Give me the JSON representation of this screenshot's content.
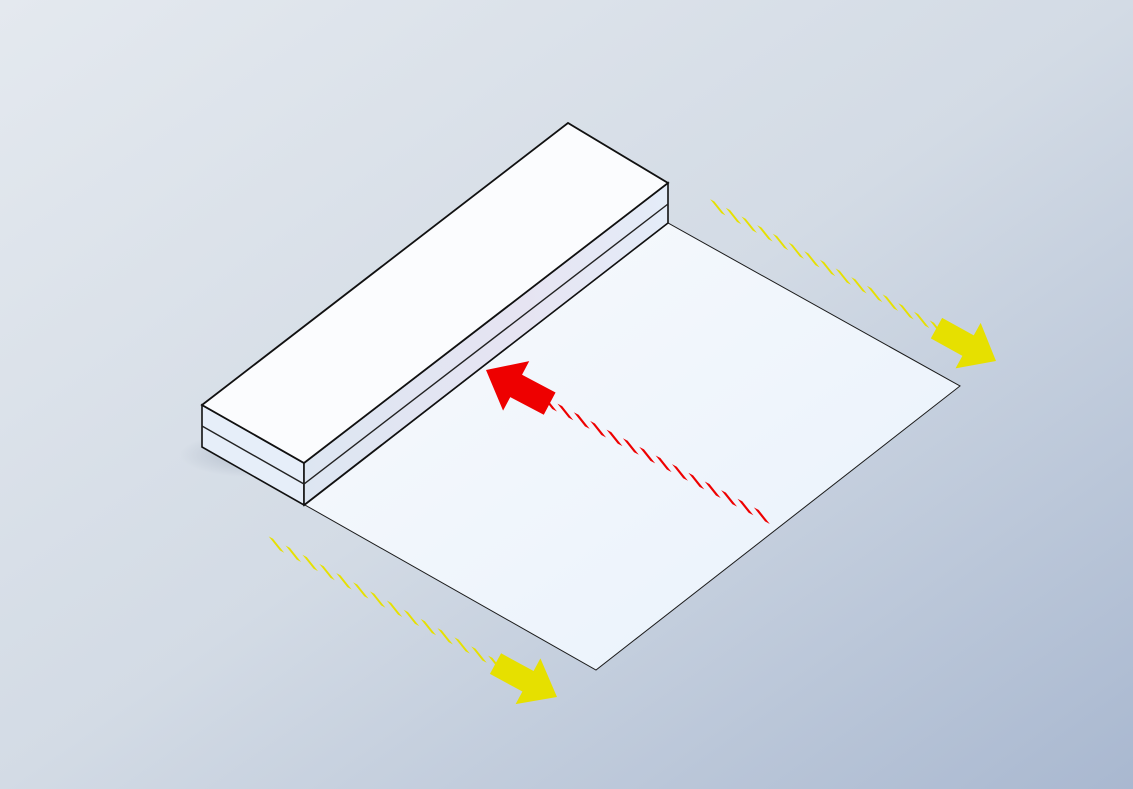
{
  "diagram": {
    "type": "isometric-illustration",
    "subject": "block-with-sheet",
    "labels": [],
    "colors": {
      "background_light": "#e2e8ef",
      "background_dark": "#a9b8d0",
      "block_top": "#fbfcfe",
      "block_side": "#dfe8f6",
      "sheet": "#f3f7fc",
      "edge": "#111111",
      "yellow_arrow": "#e6e000",
      "red_arrow": "#ee0000"
    },
    "arrows": [
      {
        "id": "yellow-upper",
        "color": "yellow",
        "direction": "outward"
      },
      {
        "id": "red-middle",
        "color": "red",
        "direction": "toward-block"
      },
      {
        "id": "yellow-lower",
        "color": "yellow",
        "direction": "outward"
      }
    ]
  }
}
